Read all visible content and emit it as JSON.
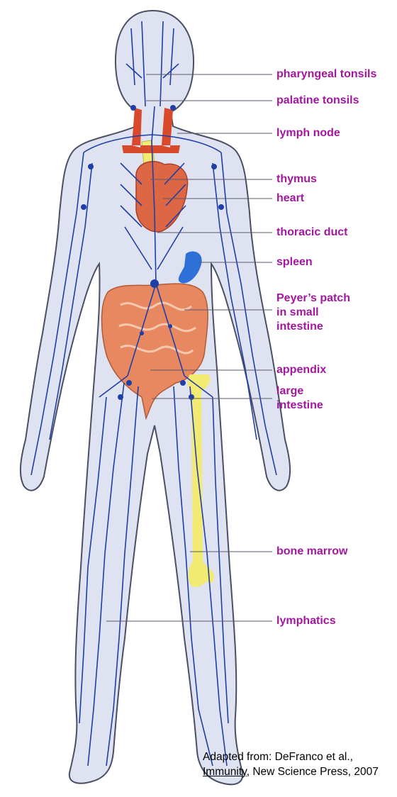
{
  "colors": {
    "label": "#a3179f",
    "lymph_vessel": "#1f3fa6",
    "body_fill": "#dfe3f1",
    "body_outline": "#4a4f63",
    "organ": "#dd6644",
    "intestine": "#e88860",
    "bone_marrow": "#f2ea72",
    "spleen": "#2e6fd8"
  },
  "icons": {
    "figure": "human-lymphatic-system-figure"
  },
  "labels": [
    {
      "text": "pharyngeal tonsils"
    },
    {
      "text": "palatine tonsils"
    },
    {
      "text": "lymph node"
    },
    {
      "text": "thymus"
    },
    {
      "text": "heart"
    },
    {
      "text": "thoracic duct"
    },
    {
      "text": "spleen"
    },
    {
      "text": "Peyer’s patch\nin small\nintestine"
    },
    {
      "text": "appendix"
    },
    {
      "text": "large\nintestine"
    },
    {
      "text": "bone marrow"
    },
    {
      "text": "lymphatics"
    }
  ],
  "credit": {
    "line1": "Adapted from: DeFranco et al.,",
    "book": "Immunity",
    "line2_rest": ", New Science Press, 2007"
  }
}
